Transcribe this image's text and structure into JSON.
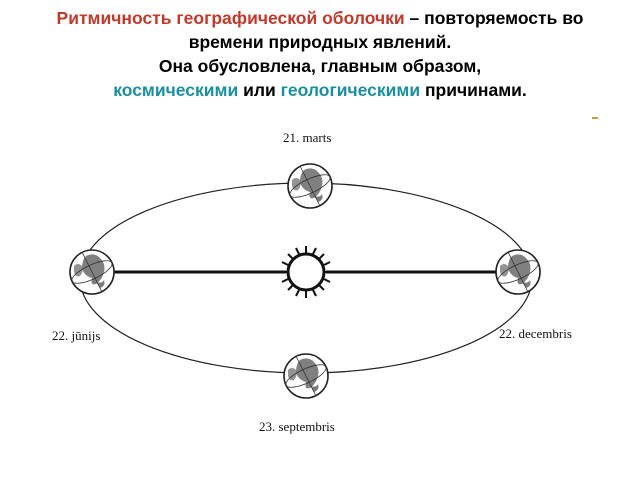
{
  "title": {
    "term": "Ритмичность географической оболочки",
    "dash": " – ",
    "line1_rest": "повторяемость во времени природных явлений.",
    "line2": "Она обусловлена, главным образом,",
    "cosmic": "космическими",
    "or": " или ",
    "geologic": "геологическими",
    "reasons": " причинами.",
    "colors": {
      "term": "#c0392b",
      "keywords": "#1a8fa0"
    }
  },
  "diagram": {
    "labels": {
      "top": "21. marts",
      "left": "22. jūnijs",
      "right": "22. decembris",
      "bottom": "23. septembris"
    },
    "icons": [
      "earth-icon",
      "sun-icon"
    ]
  }
}
